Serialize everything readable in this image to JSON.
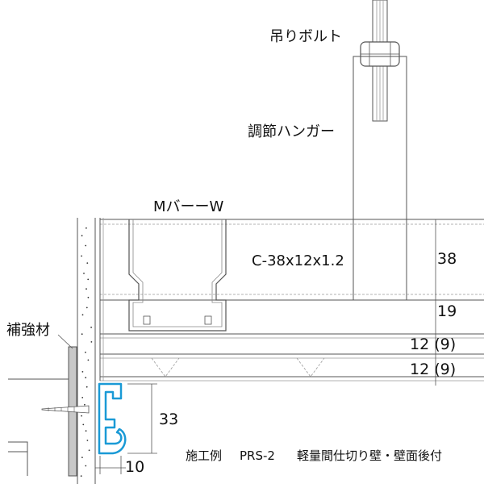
{
  "labels": {
    "hanging_bolt": "吊りボルト",
    "adjust_hanger": "調節ハンガー",
    "m_bar": "MバーーW",
    "c_channel": "C-38x12x1.2",
    "reinforcement": "補強材"
  },
  "dimensions": {
    "d38": "38",
    "d19": "19",
    "d12a": "12 (9)",
    "d12b": "12 (9)",
    "d33": "33",
    "d10": "10"
  },
  "caption": {
    "title": "施工例",
    "code": "PRS-2",
    "description": "軽量間仕切り壁・壁面後付"
  },
  "colors": {
    "line": "#555555",
    "light_line": "#9a9a9a",
    "molding": "#1a9ad6",
    "molding_fill": "#ffffff",
    "plate": "#c8c8c8"
  }
}
